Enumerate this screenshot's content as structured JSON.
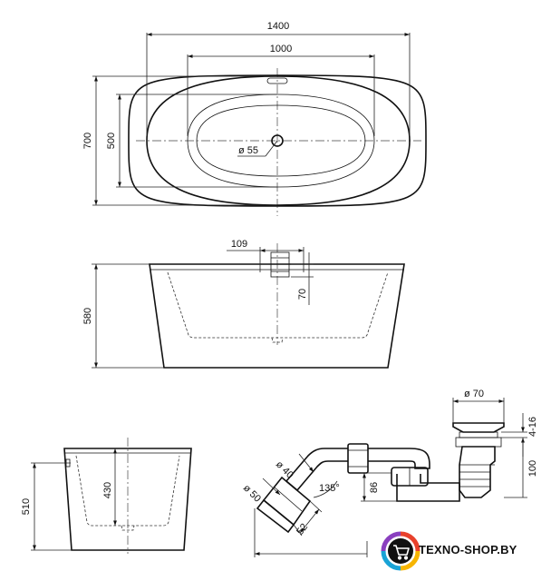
{
  "top_view": {
    "overall_length": "1400",
    "inner_length": "1000",
    "overall_width": "700",
    "inner_width": "500",
    "drain_diameter": "ø 55"
  },
  "side_view": {
    "overflow_offset": "109",
    "overflow_height": "70",
    "height": "580"
  },
  "end_view": {
    "inner_depth": "430",
    "height": "510"
  },
  "siphon": {
    "cap_diameter": "ø 70",
    "cap_range": "4-16",
    "body_height": "100",
    "outlet_height": "86",
    "pipe_diameter_inner": "ø 40",
    "pipe_diameter_outer": "ø 50",
    "angle": "135°",
    "outlet_length": "52"
  },
  "brand": {
    "logo_text": "TEXNO-SHOP.BY",
    "icon": "shopping-cart-icon",
    "ring_colors": [
      "#e8412c",
      "#f7b500",
      "#19a3d6",
      "#8a3fbf"
    ]
  }
}
